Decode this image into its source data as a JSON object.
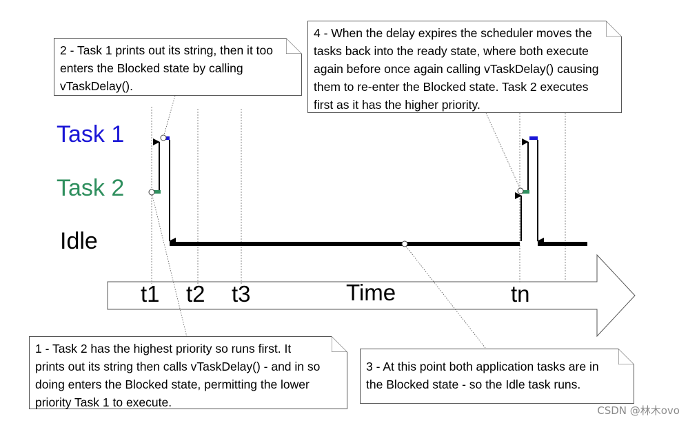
{
  "rows": {
    "task1": "Task 1",
    "task2": "Task 2",
    "idle": "Idle"
  },
  "colors": {
    "task1": "#1a16d6",
    "task2": "#2f8f5e",
    "idle": "#000000"
  },
  "axis": {
    "label": "Time",
    "ticks": [
      "t1",
      "t2",
      "t3",
      "tn"
    ]
  },
  "notes": {
    "note1": [
      "1 - Task 2 has the highest priority so runs first.  It",
      "prints out its string then calls vTaskDelay() - and in so",
      "doing enters the Blocked state, permitting the lower",
      "priority Task 1 to execute."
    ],
    "note2": [
      "2 - Task 1 prints out its string, then it too",
      "enters the Blocked state by calling",
      "vTaskDelay()."
    ],
    "note3": [
      "3 - At this point both application tasks are in",
      "the Blocked state - so the Idle task runs."
    ],
    "note4": [
      "4 - When the delay expires the scheduler moves the",
      "tasks back into the ready state, where both execute",
      "again before once again calling vTaskDelay() causing",
      "them to re-enter the Blocked state.  Task 2 executes",
      "first as it has the higher priority."
    ]
  },
  "watermark": "CSDN @林木ovo"
}
